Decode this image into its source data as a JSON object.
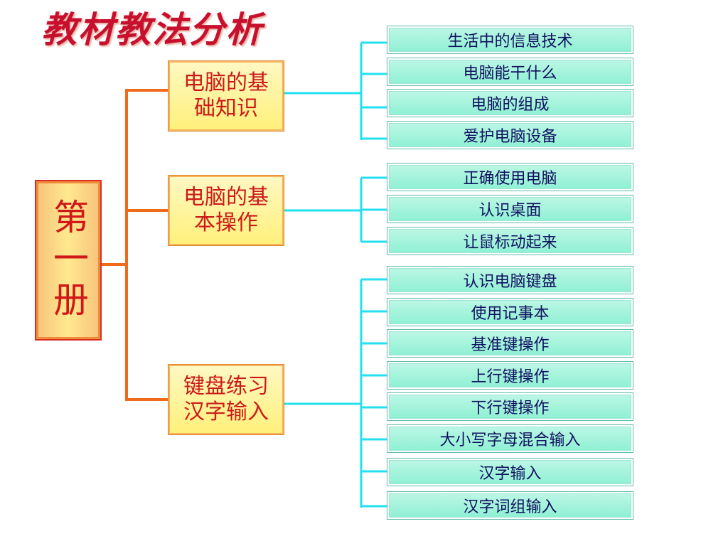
{
  "title": "教材教法分析",
  "root": {
    "label": "第一册"
  },
  "colors": {
    "orange_connector": "#f06a1c",
    "cyan_connector": "#22e0f0"
  },
  "branches": [
    {
      "label_line1": "电脑的基",
      "label_line2": "础知识",
      "items": [
        "生活中的信息技术",
        "电脑能干什么",
        "电脑的组成",
        "爱护电脑设备"
      ]
    },
    {
      "label_line1": "电脑的基",
      "label_line2": "本操作",
      "items": [
        "正确使用电脑",
        "认识桌面",
        "让鼠标动起来"
      ]
    },
    {
      "label_line1": "键盘练习",
      "label_line2": "汉字输入",
      "items": [
        "认识电脑键盘",
        "使用记事本",
        "基准键操作",
        "上行键操作",
        "下行键操作",
        "大小写字母混合输入",
        "汉字输入",
        "汉字词组输入"
      ]
    }
  ]
}
